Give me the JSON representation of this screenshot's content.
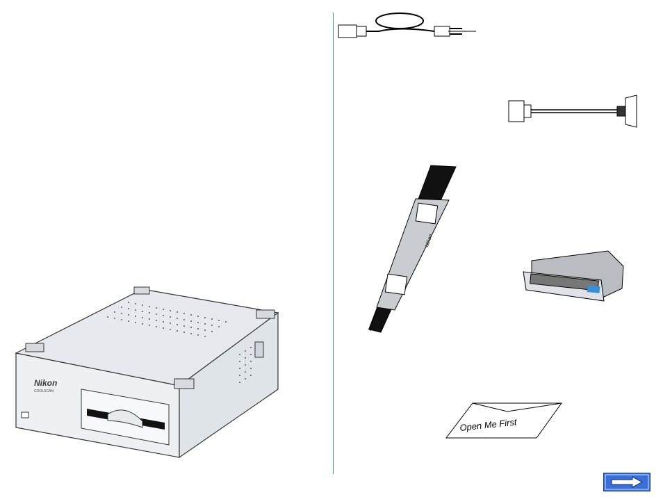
{
  "scanner": {
    "brand": "Nikon",
    "model": "COOLSCAN"
  },
  "envelope": {
    "label": "Open Me First"
  },
  "film_holder": {
    "brand": "Nikon"
  },
  "navigation": {
    "next_icon": "right-arrow-icon"
  },
  "colors": {
    "divider": "#2e9e6f",
    "button_fill": "#3b6fd8"
  }
}
